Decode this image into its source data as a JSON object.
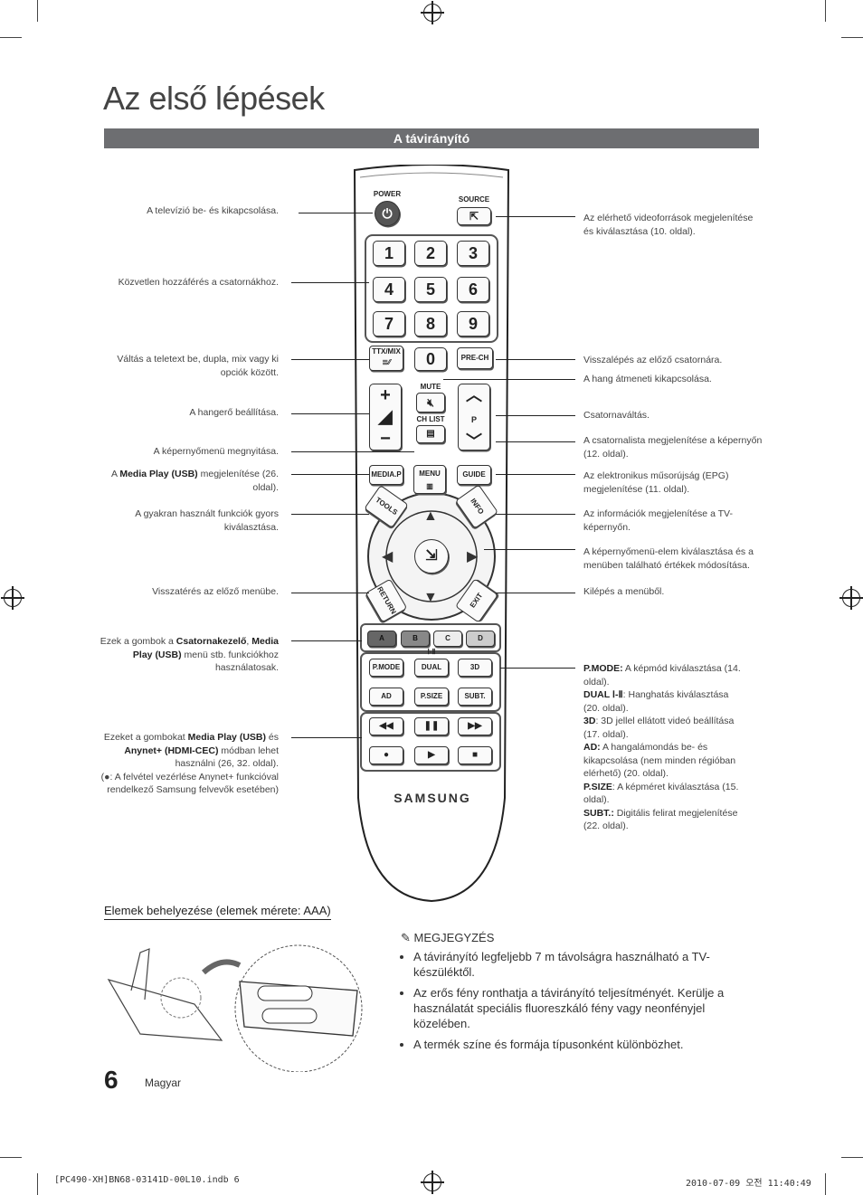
{
  "page": {
    "title": "Az első lépések",
    "section": "A távirányító",
    "page_number": "6",
    "language": "Magyar",
    "footer_left": "[PC490-XH]BN68-03141D-00L10.indb   6",
    "footer_right": "2010-07-09   오전 11:40:49"
  },
  "left_labels": {
    "power": "A televízió be- és kikapcsolása.",
    "numbers": "Közvetlen hozzáférés a csatornákhoz.",
    "ttx": "Váltás a teletext be, dupla, mix vagy ki opciók között.",
    "volume": "A hangerő beállítása.",
    "menu": "A képernyőmenü megnyitása.",
    "mediap_pre": "A ",
    "mediap_bold": "Media Play (USB)",
    "mediap_post": " megjelenítése (26. oldal).",
    "tools": "A gyakran használt funkciók gyors kiválasztása.",
    "return": "Visszatérés az előző menübe.",
    "color_pre": "Ezek a gombok a ",
    "color_bold1": "Csatornakezelő",
    "color_mid": ", ",
    "color_bold2": "Media Play (USB)",
    "color_post": " menü stb. funkciókhoz használatosak.",
    "media_pre": "Ezeket a gombokat ",
    "media_bold1": "Media Play (USB)",
    "media_mid": " és ",
    "media_bold2": "Anynet+ (HDMI-CEC)",
    "media_post": " módban lehet használni (26, 32. oldal).",
    "media_note": "(●: A felvétel vezérlése Anynet+ funkcióval rendelkező Samsung felvevők esetében)"
  },
  "right_labels": {
    "source": "Az elérhető videoforrások megjelenítése és kiválasztása (10. oldal).",
    "prech": "Visszalépés az előző csatornára.",
    "mute": "A hang átmeneti kikapcsolása.",
    "channel": "Csatornaváltás.",
    "chlist": "A csatornalista megjelenítése a képernyőn (12. oldal).",
    "guide": "Az elektronikus műsorújság (EPG) megjelenítése (11. oldal).",
    "info": "Az információk megjelenítése a TV-képernyőn.",
    "nav": "A képernyőmenü-elem kiválasztása és a menüben található értékek módosítása.",
    "exit": "Kilépés a menüből.",
    "funcs": [
      {
        "bold": "P.MODE:",
        "text": " A képmód kiválasztása (14. oldal)."
      },
      {
        "bold": "DUAL Ⅰ-Ⅱ",
        "text": ": Hanghatás kiválasztása (20. oldal)."
      },
      {
        "bold": "3D",
        "text": ": 3D jellel ellátott videó beállítása (17. oldal)."
      },
      {
        "bold": "AD:",
        "text": " A hangalámondás be- és kikapcsolása (nem minden régióban elérhető) (20. oldal)."
      },
      {
        "bold": "P.SIZE",
        "text": ": A képméret kiválasztása (15. oldal)."
      },
      {
        "bold": "SUBT.:",
        "text": " Digitális felirat megjelenítése (22. oldal)."
      }
    ]
  },
  "remote": {
    "brand": "SAMSUNG",
    "power": "POWER",
    "source": "SOURCE",
    "digits": [
      "1",
      "2",
      "3",
      "4",
      "5",
      "6",
      "7",
      "8",
      "9"
    ],
    "zero": "0",
    "ttx": "TTX/MIX",
    "prech": "PRE-CH",
    "mute": "MUTE",
    "chlist": "CH LIST",
    "p": "P",
    "mediap": "MEDIA.P",
    "menu": "MENU",
    "guide": "GUIDE",
    "tools": "TOOLS",
    "info": "INFO",
    "return": "RETURN",
    "exit": "EXIT",
    "colors": [
      "A",
      "B",
      "C",
      "D"
    ],
    "func_row1": [
      "P.MODE",
      "DUAL",
      "3D"
    ],
    "func_row2": [
      "AD",
      "P.SIZE",
      "SUBT."
    ],
    "dual_label": "Ⅰ-Ⅱ",
    "media_row1": [
      "◀◀",
      "❚❚",
      "▶▶"
    ],
    "media_row2": [
      "●",
      "▶",
      "■"
    ]
  },
  "battery": {
    "heading": "Elemek behelyezése (elemek mérete: AAA)"
  },
  "notes": {
    "heading": "MEGJEGYZÉS",
    "items": [
      "A távirányító legfeljebb 7 m távolságra használható a TV-készüléktől.",
      "Az erős fény ronthatja a távirányító teljesítményét. Kerülje a használatát speciális fluoreszkáló fény vagy neonfényjel közelében.",
      "A termék színe és formája típusonként különbözhet."
    ]
  }
}
